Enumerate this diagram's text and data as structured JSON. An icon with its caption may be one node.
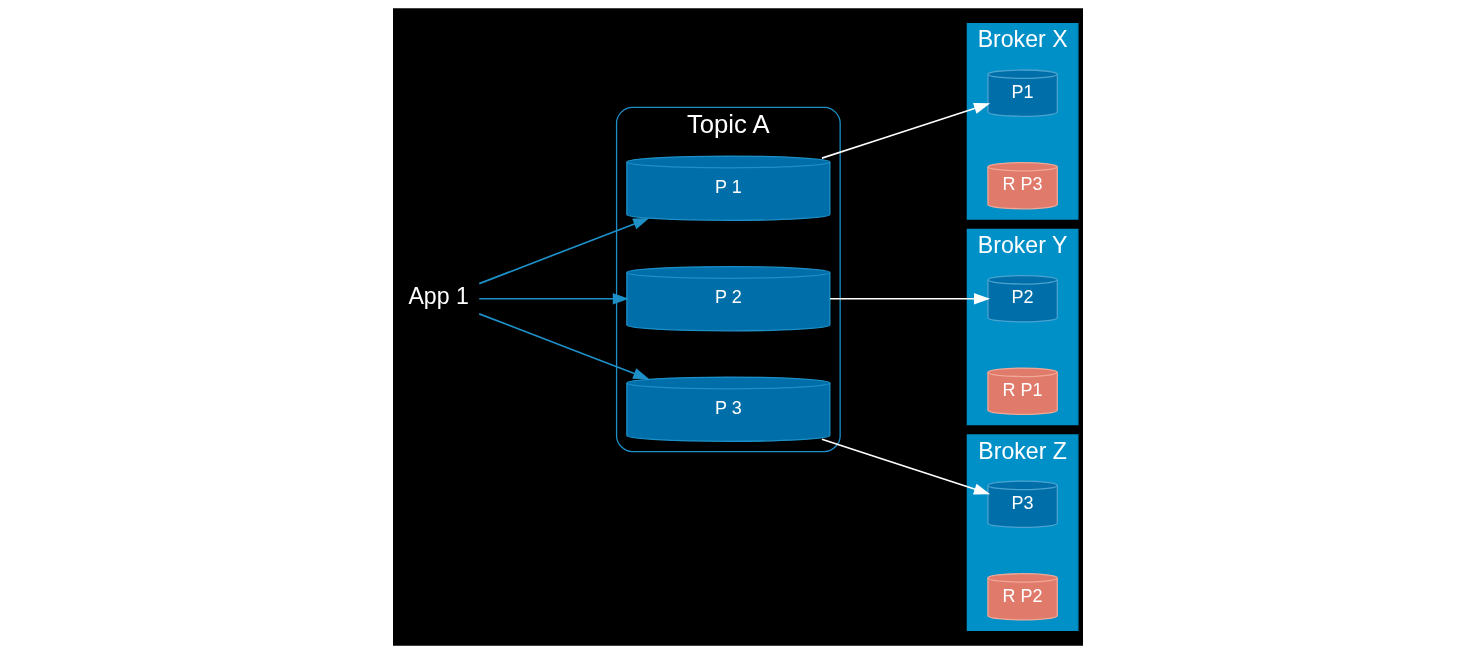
{
  "diagram": {
    "nodes": [
      {
        "text": [
          "App 1"
        ]
      },
      {
        "text": [
          "Topic A"
        ]
      },
      {
        "text": [
          "P 1"
        ],
        "in": 1
      },
      {
        "text": [
          "P 2"
        ],
        "in": 1
      },
      {
        "text": [
          "P 3"
        ],
        "in": 1
      },
      {
        "text": [
          "Broker X"
        ]
      },
      {
        "text": [
          "P1"
        ],
        "in": 5
      },
      {
        "text": [
          "R P3"
        ],
        "in": 5
      },
      {
        "text": [
          "Broker Y"
        ]
      },
      {
        "text": [
          "P2"
        ],
        "in": 8
      },
      {
        "text": [
          "R P1"
        ],
        "in": 8
      },
      {
        "text": [
          "Broker Z"
        ]
      },
      {
        "text": [
          "P3"
        ],
        "in": 11
      },
      {
        "text": [
          "R P2"
        ],
        "in": 11
      }
    ],
    "edges": [
      {
        "from": 0,
        "to": 2,
        "arrow": "to",
        "color": "#1e90c8"
      },
      {
        "from": 0,
        "to": 3,
        "arrow": "to",
        "color": "#1e90c8"
      },
      {
        "from": 0,
        "to": 4,
        "arrow": "to",
        "color": "#1e90c8"
      },
      {
        "from": 2,
        "to": 6,
        "arrow": "to",
        "color": "#ffffff"
      },
      {
        "from": 3,
        "to": 9,
        "arrow": "to",
        "color": "#ffffff"
      },
      {
        "from": 4,
        "to": 12,
        "arrow": "to",
        "color": "#ffffff"
      }
    ]
  }
}
